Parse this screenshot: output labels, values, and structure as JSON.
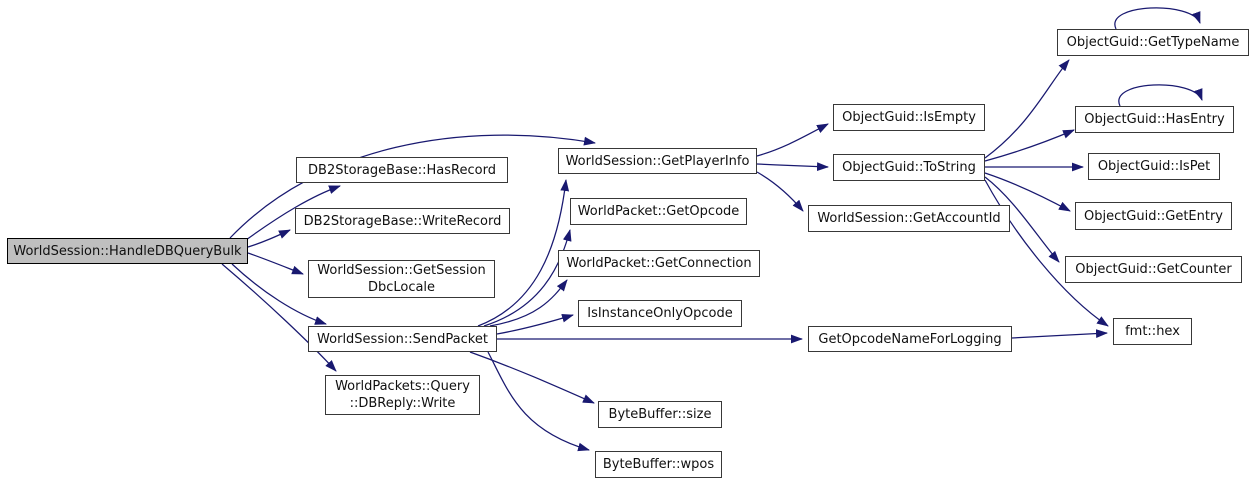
{
  "diagram": {
    "type": "call-graph",
    "edge_color": "#191970",
    "node_border_color": "#383838",
    "node_fill": "#ffffff",
    "highlight_fill": "#bfbfbf",
    "nodes": [
      {
        "id": "handle-db-query-bulk",
        "label": "WorldSession::HandleDBQueryBulk",
        "highlight": true
      },
      {
        "id": "has-record",
        "label": "DB2StorageBase::HasRecord",
        "highlight": false
      },
      {
        "id": "write-record",
        "label": "DB2StorageBase::WriteRecord",
        "highlight": false
      },
      {
        "id": "get-session-dbc-locale",
        "label": "WorldSession::GetSession\nDbcLocale",
        "highlight": false
      },
      {
        "id": "send-packet",
        "label": "WorldSession::SendPacket",
        "highlight": false
      },
      {
        "id": "db-reply-write",
        "label": "WorldPackets::Query\n::DBReply::Write",
        "highlight": false
      },
      {
        "id": "get-player-info",
        "label": "WorldSession::GetPlayerInfo",
        "highlight": false
      },
      {
        "id": "get-opcode",
        "label": "WorldPacket::GetOpcode",
        "highlight": false
      },
      {
        "id": "get-connection",
        "label": "WorldPacket::GetConnection",
        "highlight": false
      },
      {
        "id": "is-instance-only-opcode",
        "label": "IsInstanceOnlyOpcode",
        "highlight": false
      },
      {
        "id": "byte-buffer-size",
        "label": "ByteBuffer::size",
        "highlight": false
      },
      {
        "id": "byte-buffer-wpos",
        "label": "ByteBuffer::wpos",
        "highlight": false
      },
      {
        "id": "is-empty",
        "label": "ObjectGuid::IsEmpty",
        "highlight": false
      },
      {
        "id": "to-string",
        "label": "ObjectGuid::ToString",
        "highlight": false
      },
      {
        "id": "get-account-id",
        "label": "WorldSession::GetAccountId",
        "highlight": false
      },
      {
        "id": "get-opcode-name-for-logging",
        "label": "GetOpcodeNameForLogging",
        "highlight": false
      },
      {
        "id": "get-type-name",
        "label": "ObjectGuid::GetTypeName",
        "highlight": false
      },
      {
        "id": "has-entry",
        "label": "ObjectGuid::HasEntry",
        "highlight": false
      },
      {
        "id": "is-pet",
        "label": "ObjectGuid::IsPet",
        "highlight": false
      },
      {
        "id": "get-entry",
        "label": "ObjectGuid::GetEntry",
        "highlight": false
      },
      {
        "id": "get-counter",
        "label": "ObjectGuid::GetCounter",
        "highlight": false
      },
      {
        "id": "fmt-hex",
        "label": "fmt::hex",
        "highlight": false
      }
    ],
    "edges": [
      {
        "from": "handle-db-query-bulk",
        "to": "has-record"
      },
      {
        "from": "handle-db-query-bulk",
        "to": "write-record"
      },
      {
        "from": "handle-db-query-bulk",
        "to": "get-session-dbc-locale"
      },
      {
        "from": "handle-db-query-bulk",
        "to": "send-packet"
      },
      {
        "from": "handle-db-query-bulk",
        "to": "db-reply-write"
      },
      {
        "from": "handle-db-query-bulk",
        "to": "get-player-info"
      },
      {
        "from": "send-packet",
        "to": "get-player-info"
      },
      {
        "from": "send-packet",
        "to": "get-opcode"
      },
      {
        "from": "send-packet",
        "to": "get-connection"
      },
      {
        "from": "send-packet",
        "to": "is-instance-only-opcode"
      },
      {
        "from": "send-packet",
        "to": "get-opcode-name-for-logging"
      },
      {
        "from": "send-packet",
        "to": "byte-buffer-size"
      },
      {
        "from": "send-packet",
        "to": "byte-buffer-wpos"
      },
      {
        "from": "get-player-info",
        "to": "is-empty"
      },
      {
        "from": "get-player-info",
        "to": "to-string"
      },
      {
        "from": "get-player-info",
        "to": "get-account-id"
      },
      {
        "from": "to-string",
        "to": "get-type-name"
      },
      {
        "from": "to-string",
        "to": "has-entry"
      },
      {
        "from": "to-string",
        "to": "is-pet"
      },
      {
        "from": "to-string",
        "to": "get-entry"
      },
      {
        "from": "to-string",
        "to": "get-counter"
      },
      {
        "from": "to-string",
        "to": "fmt-hex"
      },
      {
        "from": "get-opcode-name-for-logging",
        "to": "fmt-hex"
      },
      {
        "from": "get-type-name",
        "to": "get-type-name"
      },
      {
        "from": "has-entry",
        "to": "has-entry"
      }
    ]
  }
}
